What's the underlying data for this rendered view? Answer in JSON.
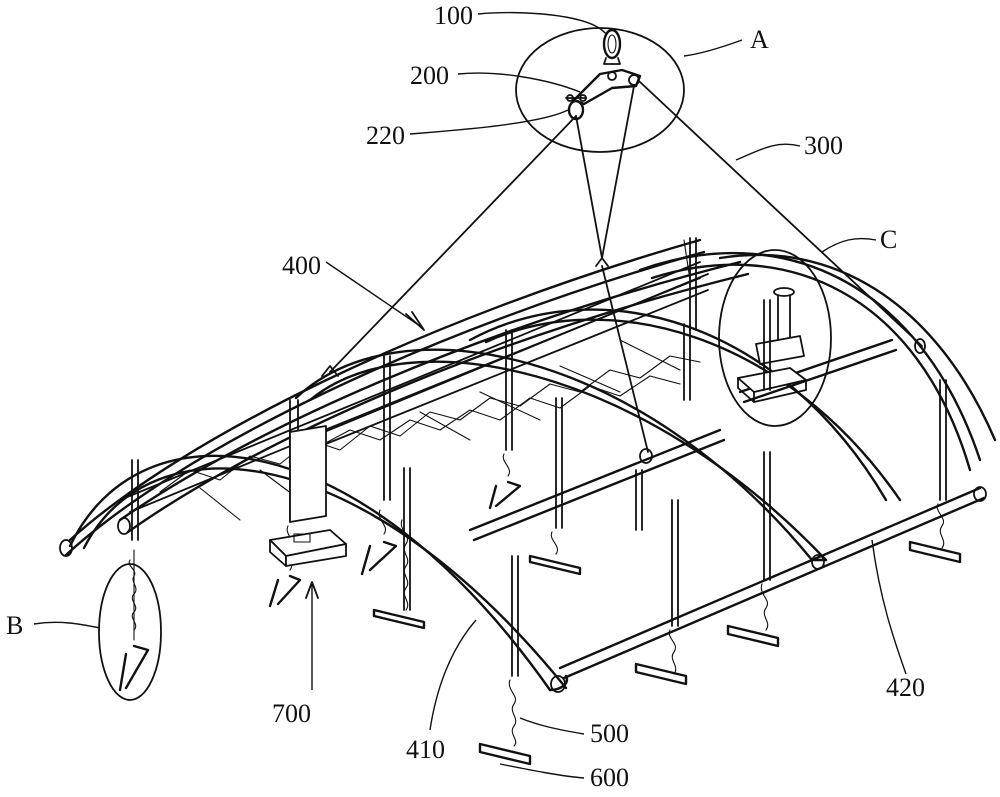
{
  "labels": {
    "l100": "100",
    "l200": "200",
    "l220": "220",
    "lA": "A",
    "l300": "300",
    "l400": "400",
    "lC": "C",
    "lB": "B",
    "l700": "700",
    "l410": "410",
    "l500": "500",
    "l600": "600",
    "l420": "420"
  }
}
